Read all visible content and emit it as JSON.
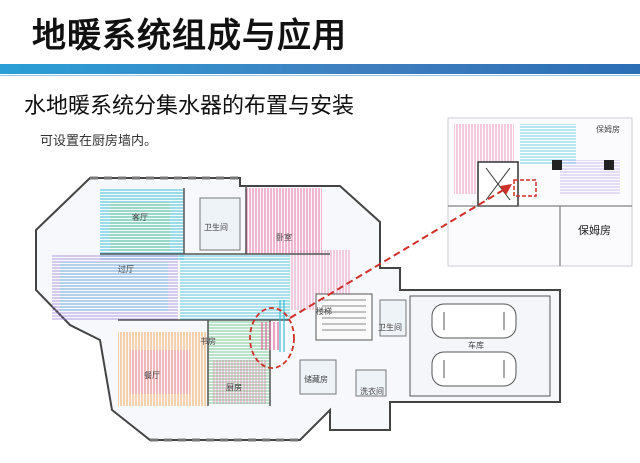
{
  "slide": {
    "title": "地暖系统组成与应用",
    "subtitle": "水地暖系统分集水器的布置与安装",
    "note": "可设置在厨房墙内。"
  },
  "floorplan": {
    "rooms": {
      "living": "客厅",
      "bedroom1": "卧室",
      "bathroom1": "卫生间",
      "corridor": "过厅",
      "dining": "餐厅",
      "kitchen": "厨房",
      "study": "书房",
      "bathroom2": "卫生间",
      "laundry": "洗衣间",
      "storage": "储藏房",
      "garage": "车库",
      "stairs": "楼梯"
    },
    "inset": {
      "nanny_room": "保姆房",
      "top_right": "保姆房"
    },
    "colors": {
      "accent_bar": "#2a9fd6",
      "highlight": "#d0302a",
      "heating_cool": "#39c0d8",
      "heating_warm": "#e8629b"
    }
  }
}
